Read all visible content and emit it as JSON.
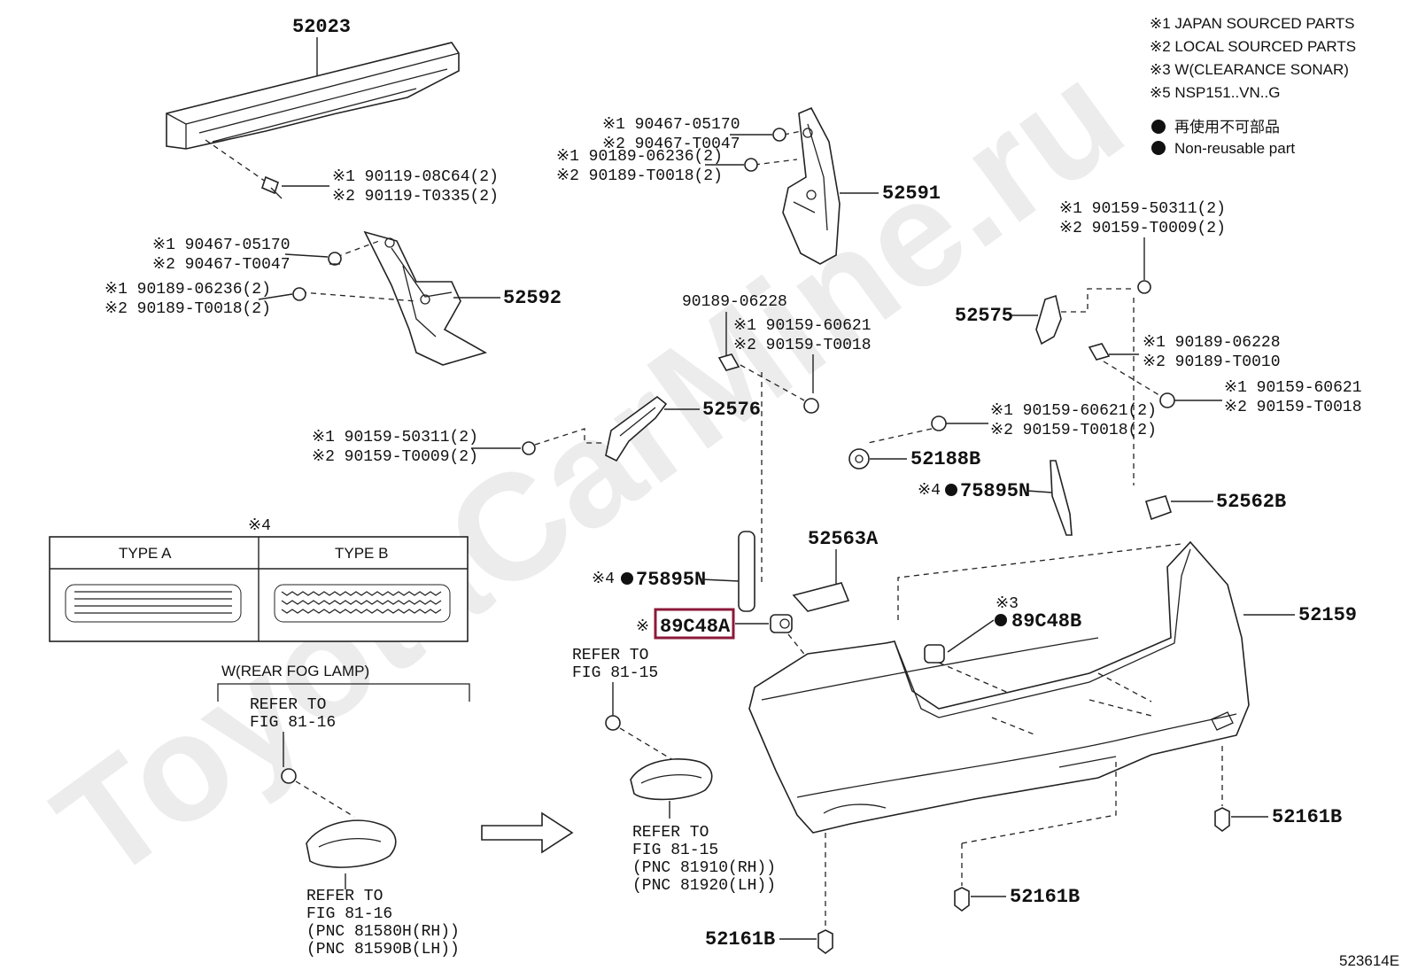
{
  "watermark": "ToyotaCarMine.ru",
  "figure_id": "523614E",
  "legend": {
    "items": [
      "※1 JAPAN SOURCED PARTS",
      "※2 LOCAL SOURCED PARTS",
      "※3 W(CLEARANCE SONAR)",
      "※5 NSP151..VN..G"
    ],
    "nonreuse_jp": "再使用不可部品",
    "nonreuse_en": "Non-reusable part"
  },
  "parts": {
    "p52023": "52023",
    "p52591": "52591",
    "p52592": "52592",
    "p52575": "52575",
    "p52576": "52576",
    "p52188B": "52188B",
    "p52562B": "52562B",
    "p52563A": "52563A",
    "p52159": "52159",
    "p52161B_a": "52161B",
    "p52161B_b": "52161B",
    "p52161B_c": "52161B",
    "p75895N_a": "75895N",
    "p75895N_b": "75895N",
    "p89C48A": "89C48A",
    "p89C48B": "89C48B"
  },
  "notes": {
    "n4a": "※4",
    "n4b": "※4",
    "n4c": "※4",
    "n3": "※3",
    "n89a_prefix": "※",
    "bolt_52023_1": "※1 90119-08C64(2)",
    "bolt_52023_2": "※2 90119-T0335(2)",
    "clip_52592_1": "※1 90467-05170",
    "clip_52592_2": "※2 90467-T0047",
    "nut_52592_1": "※1 90189-06236(2)",
    "nut_52592_2": "※2 90189-T0018(2)",
    "clip_52591_1": "※1 90467-05170",
    "clip_52591_2": "※2 90467-T0047",
    "nut_52591_1": "※1 90189-06236(2)",
    "nut_52591_2": "※2 90189-T0018(2)",
    "bolt_52575_1": "※1 90159-50311(2)",
    "bolt_52575_2": "※2 90159-T0009(2)",
    "nut_c_1": "90189-06228",
    "nut_c_2": "※1 90159-60621",
    "nut_c_3": "※2 90159-T0018",
    "bolt_52576_1": "※1 90159-50311(2)",
    "bolt_52576_2": "※2 90159-T0009(2)",
    "nut_r_1": "※1 90189-06228",
    "nut_r_2": "※2 90189-T0010",
    "bolt_r_1": "※1 90159-60621",
    "bolt_r_2": "※2 90159-T0018",
    "bolt_m_1": "※1 90159-60621(2)",
    "bolt_m_2": "※2 90159-T0018(2)"
  },
  "types": {
    "a": "TYPE A",
    "b": "TYPE B"
  },
  "fog": {
    "header": "W(REAR FOG LAMP)",
    "refer1_a": "REFER TO",
    "refer1_b": "FIG 81-16",
    "refer2_a": "REFER TO",
    "refer2_b": "FIG 81-16",
    "refer2_c": "(PNC 81580H(RH))",
    "refer2_d": "(PNC 81590B(LH))",
    "refer3_a": "REFER TO",
    "refer3_b": "FIG 81-15",
    "refer4_a": "REFER TO",
    "refer4_b": "FIG 81-15",
    "refer4_c": "(PNC 81910(RH))",
    "refer4_d": "(PNC 81920(LH))"
  },
  "colors": {
    "highlight": "#8b1a3a"
  }
}
